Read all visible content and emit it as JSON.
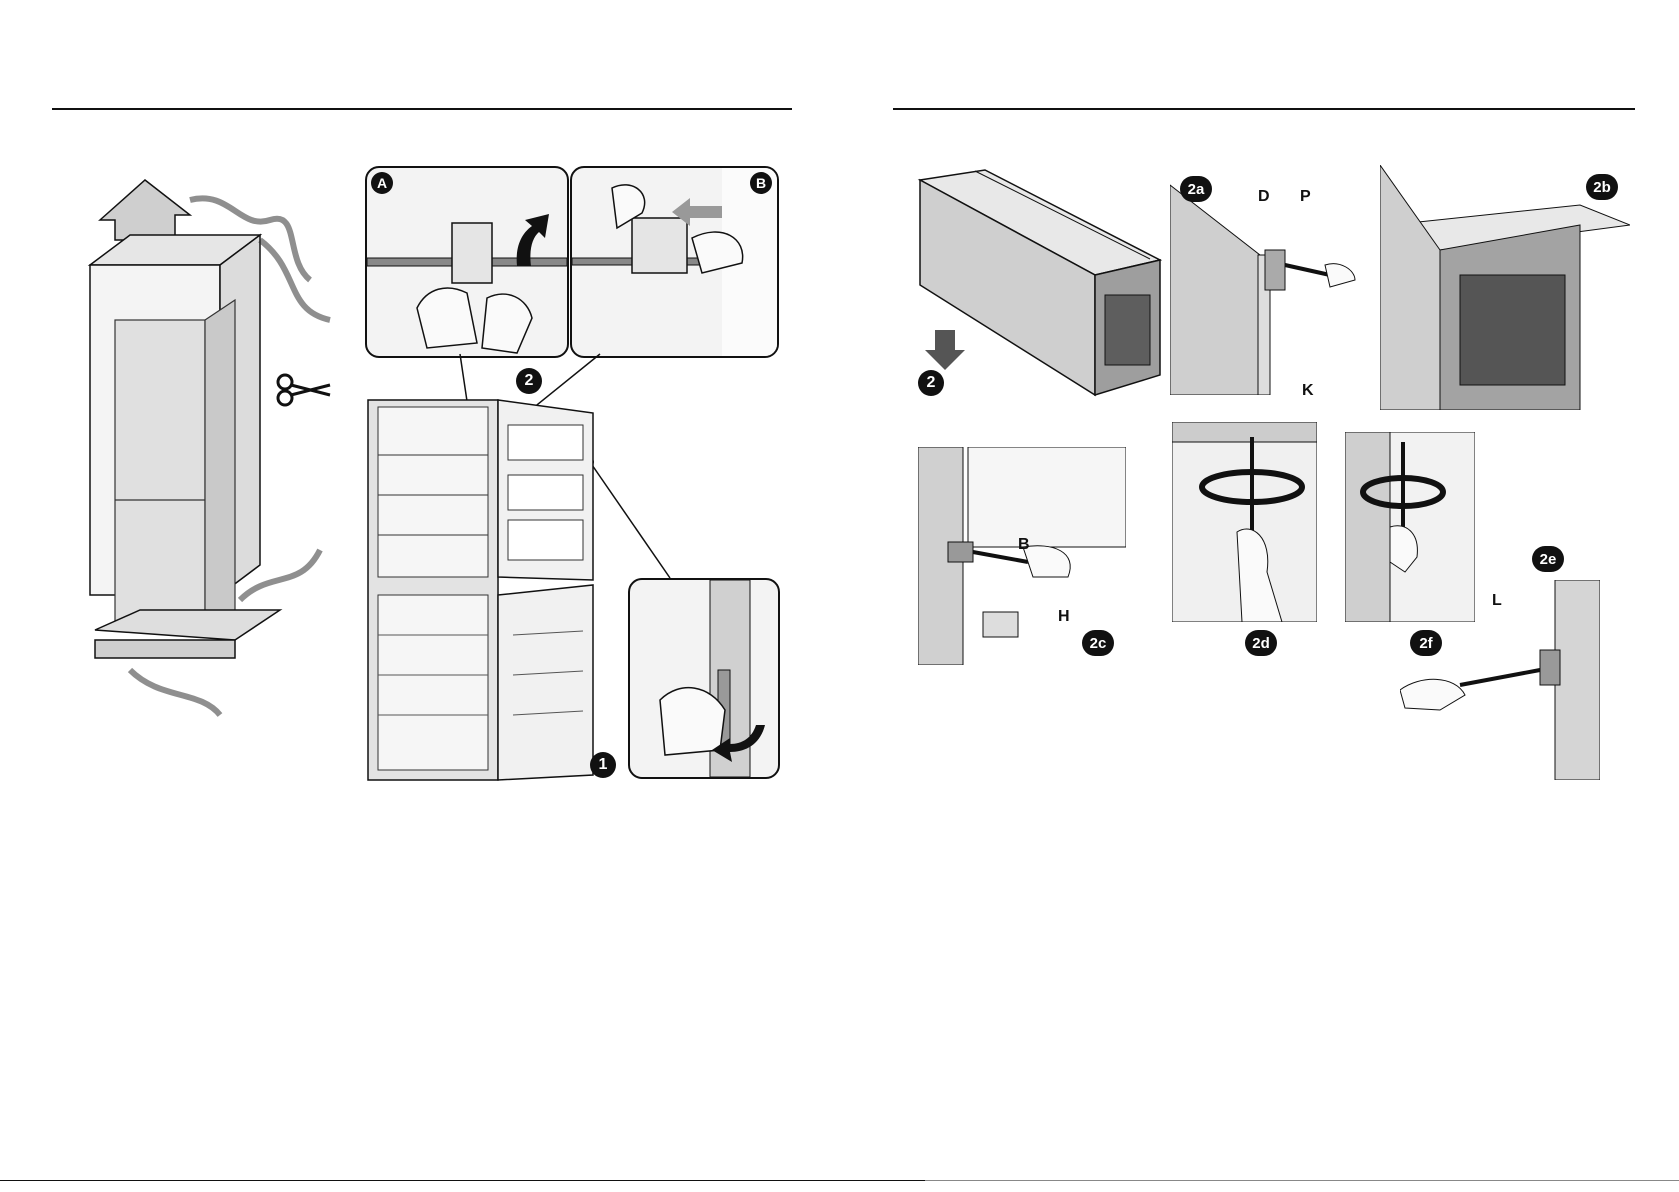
{
  "colors": {
    "ink": "#111111",
    "paper": "#ffffff",
    "shade": "#d9d9d9",
    "light": "#eeeeee",
    "mid": "#bdbdbd"
  },
  "left_page": {
    "insets": [
      {
        "label": "A"
      },
      {
        "label": "B"
      }
    ],
    "steps": [
      {
        "label": "2"
      },
      {
        "label": "1"
      }
    ]
  },
  "right_page": {
    "steps": [
      {
        "label": "2"
      },
      {
        "label": "2a"
      },
      {
        "label": "2b"
      },
      {
        "label": "2c"
      },
      {
        "label": "2d"
      },
      {
        "label": "2e"
      },
      {
        "label": "2f"
      }
    ],
    "callouts": [
      {
        "label": "D"
      },
      {
        "label": "P"
      },
      {
        "label": "B"
      },
      {
        "label": "H"
      },
      {
        "label": "K"
      },
      {
        "label": "L"
      }
    ]
  },
  "icons": [
    "scissors-icon",
    "arrow-up-icon",
    "arrow-left-icon",
    "arrow-down-icon",
    "rotate-icon",
    "screwdriver-icon",
    "hand-icon"
  ]
}
